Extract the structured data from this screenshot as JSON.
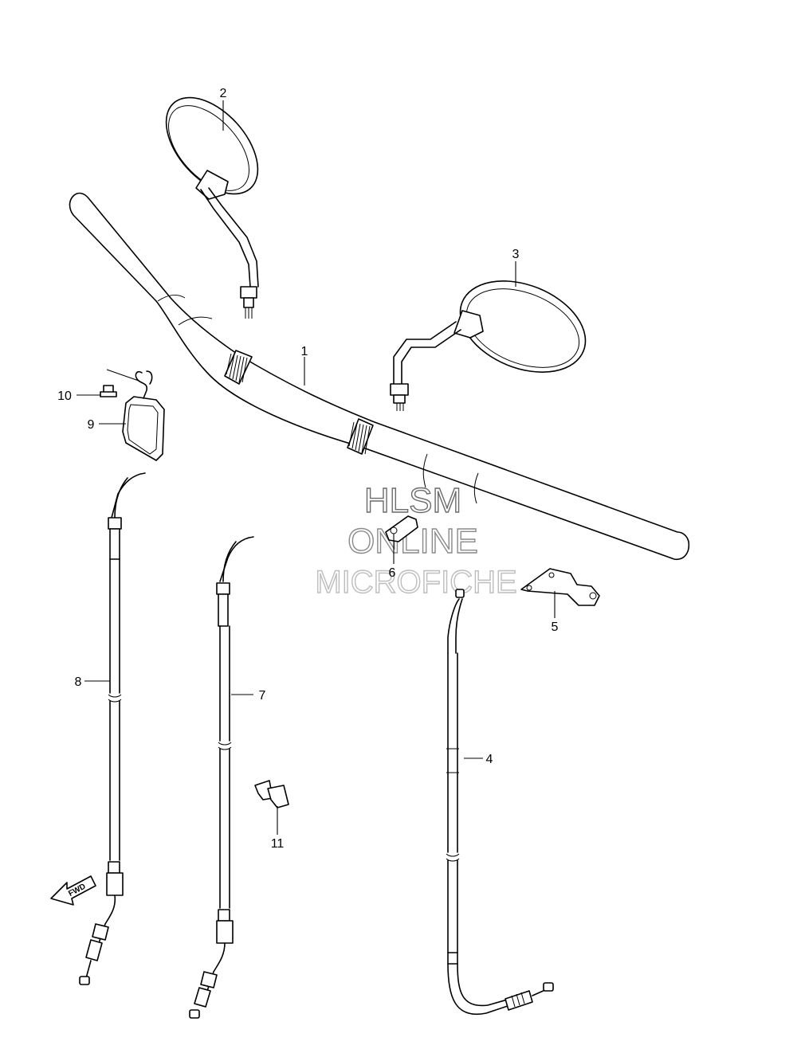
{
  "callouts": {
    "p1": "1",
    "p2": "2",
    "p3": "3",
    "p4": "4",
    "p5": "5",
    "p6": "6",
    "p7": "7",
    "p8": "8",
    "p9": "9",
    "p10": "10",
    "p11": "11"
  },
  "watermark": {
    "line1": "HLSM",
    "line2": "ONLINE",
    "line3": "MICROFICHE"
  },
  "fwd_label": "FWD"
}
